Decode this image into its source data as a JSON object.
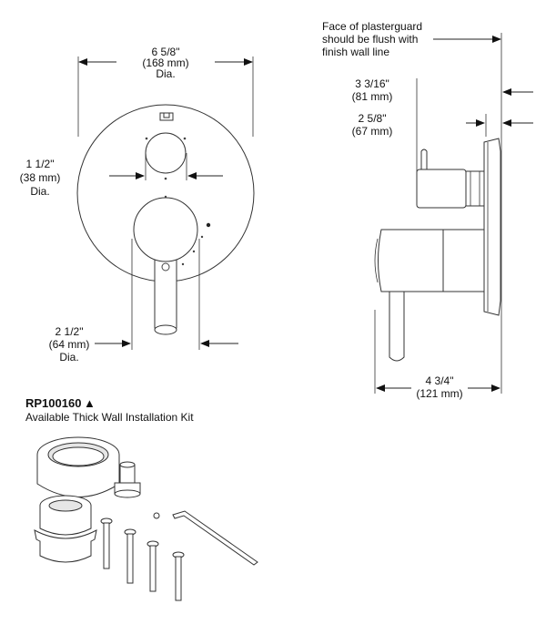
{
  "front_view": {
    "trim_diameter": {
      "line1": "6 5/8\"",
      "line2": "(168 mm)",
      "line3": "Dia."
    },
    "upper_diameter": {
      "line1": "1 1/2\"",
      "line2": "(38 mm)",
      "line3": "Dia."
    },
    "handle_diameter": {
      "line1": "2 1/2\"",
      "line2": "(64 mm)",
      "line3": "Dia."
    }
  },
  "side_view": {
    "note": {
      "line1": "Face of plasterguard",
      "line2": "should be flush with",
      "line3": "finish wall line"
    },
    "depth_upper": {
      "line1": "3 3/16\"",
      "line2": "(81 mm)"
    },
    "depth_mid": {
      "line1": "2 5/8\"",
      "line2": "(67 mm)"
    },
    "total_depth": {
      "line1": "4 3/4\"",
      "line2": "(121 mm)"
    }
  },
  "kit": {
    "part_number": "RP100160",
    "part_symbol": "▲",
    "description": "Available Thick Wall Installation Kit"
  }
}
